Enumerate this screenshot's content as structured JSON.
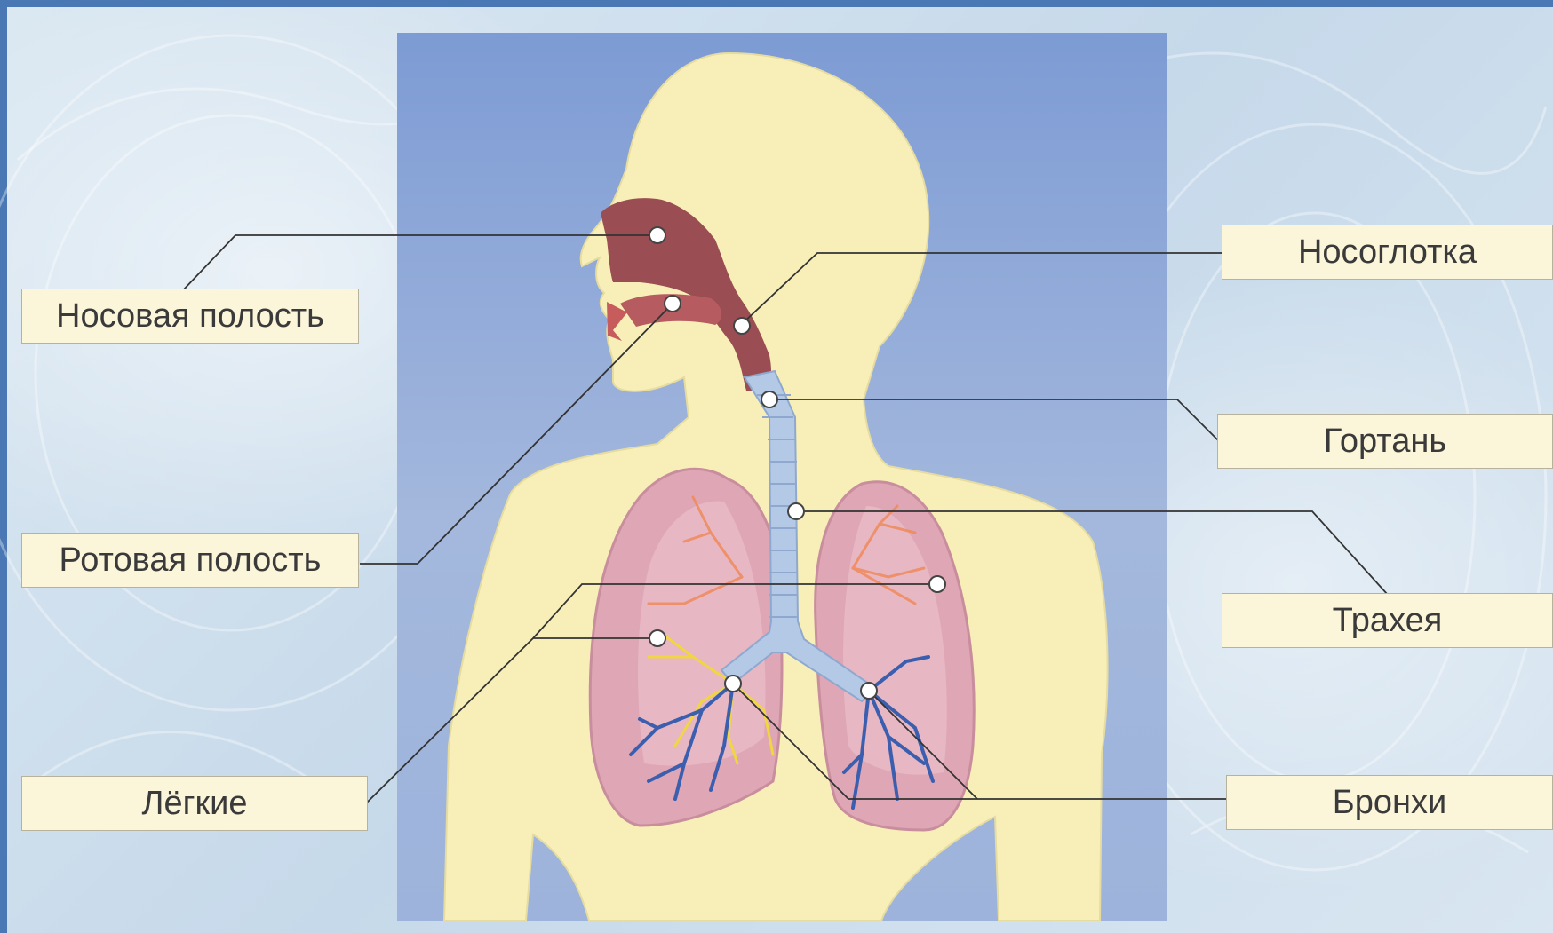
{
  "labels": {
    "nasal_cavity": "Носовая полость",
    "oral_cavity": "Ротовая полость",
    "lungs": "Лёгкие",
    "nasopharynx": "Носоглотка",
    "larynx": "Гортань",
    "trachea": "Трахея",
    "bronchi": "Бронхи"
  },
  "colors": {
    "body": "#f8efb8",
    "panel": "#8ea7d8",
    "lungs": "#dfa6b5",
    "airway": "#b4c9e6",
    "bronchi_blue": "#3b5fae",
    "bronchi_yellow": "#f0d640",
    "nasal": "#9a4d52",
    "leader_line": "#333333"
  }
}
